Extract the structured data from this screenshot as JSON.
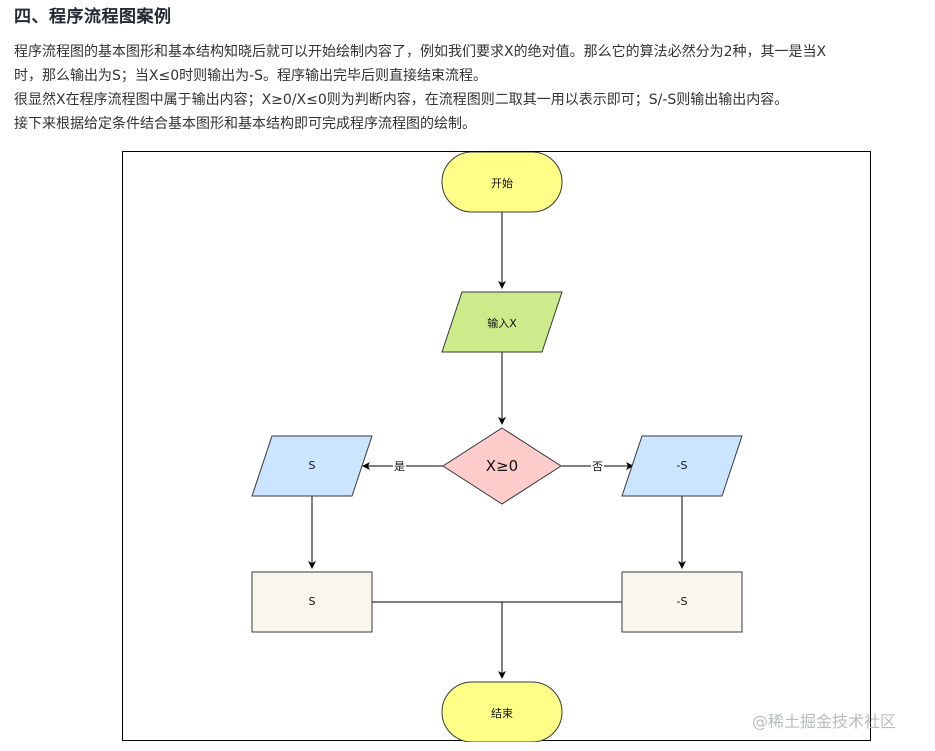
{
  "article": {
    "heading": "四、程序流程图案例",
    "paragraphs": [
      "程序流程图的基本图形和基本结构知晓后就可以开始绘制内容了，例如我们要求X的绝对值。那么它的算法必然分为2种，其一是当X",
      "时，那么输出为S；当X≤0时则输出为-S。程序输出完毕后则直接结束流程。",
      "很显然X在程序流程图中属于输出内容；X≥0/X≤0则为判断内容，在流程图则二取其一用以表示即可；S/-S则输出输出内容。",
      "接下来根据给定条件结合基本图形和基本结构即可完成程序流程图的绘制。"
    ]
  },
  "flowchart": {
    "nodes": {
      "start": "开始",
      "input": "输入X",
      "decision": "X≥0",
      "left_io": "S",
      "right_io": "-S",
      "left_process": "S",
      "right_process": "-S",
      "end": "结束"
    },
    "edge_labels": {
      "yes": "是",
      "no": "否"
    },
    "colors": {
      "terminal": "#ffff88",
      "input": "#cdeb8b",
      "decision": "#ffcccc",
      "io": "#cce5ff",
      "process": "#f9f7ed",
      "stroke": "#36393d"
    }
  },
  "watermark": "@稀土掘金技术社区"
}
